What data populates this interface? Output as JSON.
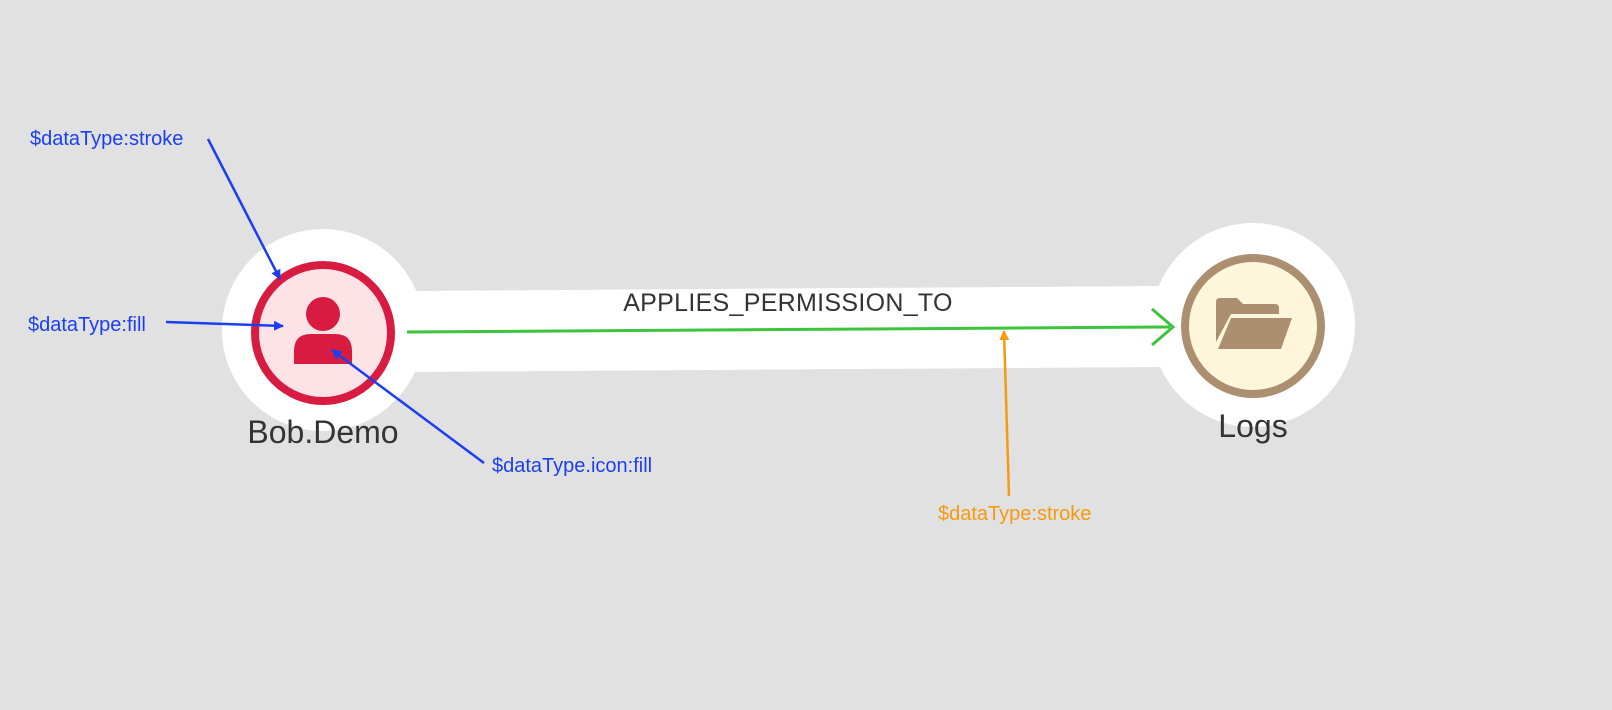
{
  "colors": {
    "background": "#e1e1e1",
    "halo": "#ffffff",
    "user_stroke": "#d81b40",
    "user_fill": "#fde2e6",
    "user_icon": "#d81b40",
    "folder_stroke": "#ab8f70",
    "folder_fill": "#fdf6da",
    "folder_icon": "#ab8f70",
    "edge_stroke": "#3cc43c",
    "annotation_blue": "#1a3ff0",
    "annotation_orange": "#f59a10"
  },
  "nodes": {
    "user": {
      "label": "Bob.Demo",
      "icon": "user-icon"
    },
    "folder": {
      "label": "Logs",
      "icon": "folder-open-icon"
    }
  },
  "edge": {
    "label": "APPLIES_PERMISSION_TO"
  },
  "annotations": {
    "user_stroke": "$dataType:stroke",
    "user_fill": "$dataType:fill",
    "user_icon_fill": "$dataType.icon:fill",
    "edge_stroke": "$dataType:stroke"
  }
}
